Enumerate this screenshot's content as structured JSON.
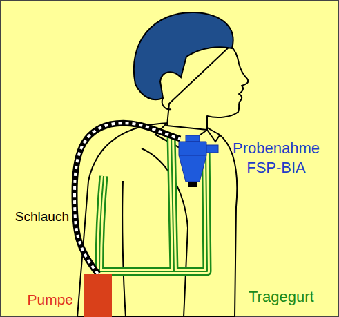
{
  "diagram": {
    "nodes": [
      {
        "text": [
          "Probenahme FSP-BIA"
        ]
      },
      {
        "text": [
          "Pumpe"
        ]
      }
    ],
    "edges": [
      {
        "from": 1,
        "to": 0,
        "arrow": "none",
        "label": "Schlauch"
      }
    ],
    "labels": [
      "Tragegurt"
    ]
  }
}
